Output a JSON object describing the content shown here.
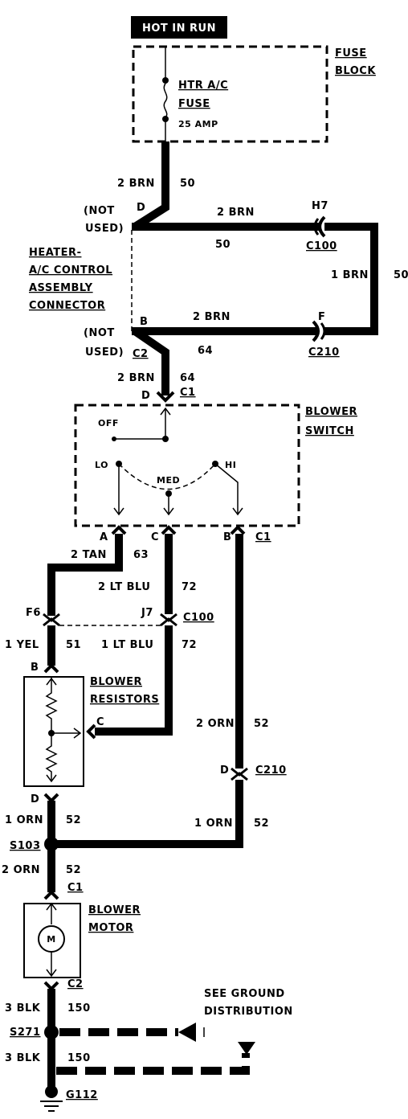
{
  "header": "HOT IN RUN",
  "fuse_block": {
    "label_1": "FUSE",
    "label_2": "BLOCK"
  },
  "fuse": {
    "name_1": "HTR A/C",
    "name_2": "FUSE",
    "rating": "25 AMP"
  },
  "wire_top": {
    "gauge": "2 BRN",
    "circuit": "50"
  },
  "not_used_d": {
    "line_1": "(NOT",
    "line_2": "USED)"
  },
  "not_used_b": {
    "line_1": "(NOT",
    "line_2": "USED)"
  },
  "heater_connector": {
    "line_1": "HEATER-",
    "line_2": "A/C CONTROL",
    "line_3": "ASSEMBLY",
    "line_4": "CONNECTOR"
  },
  "pin_d_top": "D",
  "pin_b_top": "B",
  "wire_h7": {
    "gauge": "2 BRN",
    "circuit": "50",
    "pin": "H7",
    "connector": "C100"
  },
  "wire_right": {
    "gauge": "1 BRN",
    "circuit": "50"
  },
  "wire_f": {
    "gauge": "2 BRN",
    "circuit": "64",
    "pin": "F",
    "connector": "C210"
  },
  "c2_top": "C2",
  "wire_switch_feed": {
    "gauge": "2 BRN",
    "circuit": "64",
    "pin": "D",
    "connector": "C1"
  },
  "blower_switch": {
    "label_1": "BLOWER",
    "label_2": "SWITCH",
    "off": "OFF",
    "lo": "LO",
    "med": "MED",
    "hi": "HI"
  },
  "switch_pins": {
    "a": "A",
    "c": "C",
    "b": "B",
    "connector": "C1"
  },
  "wire_tan": {
    "gauge": "2 TAN",
    "circuit": "63"
  },
  "wire_ltblu_2": {
    "gauge": "2 LT BLU",
    "circuit": "72"
  },
  "c100_mid": {
    "pin_left": "F6",
    "pin_mid": "J7",
    "connector": "C100"
  },
  "wire_yel": {
    "gauge": "1 YEL",
    "circuit": "51"
  },
  "wire_ltblu_1": {
    "gauge": "1 LT BLU",
    "circuit": "72"
  },
  "blower_resistors": {
    "label_1": "BLOWER",
    "label_2": "RESISTORS",
    "pin_b": "B",
    "pin_c": "C",
    "pin_d": "D"
  },
  "wire_orn_2_right": {
    "gauge": "2 ORN",
    "circuit": "52"
  },
  "c210_lower": {
    "pin": "D",
    "connector": "C210"
  },
  "wire_orn_1_left": {
    "gauge": "1 ORN",
    "circuit": "52"
  },
  "wire_orn_1_right": {
    "gauge": "1 ORN",
    "circuit": "52"
  },
  "splice_s103": "S103",
  "wire_orn_2_motor": {
    "gauge": "2 ORN",
    "circuit": "52"
  },
  "blower_motor": {
    "label_1": "BLOWER",
    "label_2": "MOTOR",
    "symbol": "M",
    "top_conn": "C1",
    "bot_conn": "C2"
  },
  "wire_blk_1": {
    "gauge": "3 BLK",
    "circuit": "150"
  },
  "ground_ref": {
    "line_1": "SEE GROUND",
    "line_2": "DISTRIBUTION"
  },
  "splice_s271": "S271",
  "wire_blk_2": {
    "gauge": "3 BLK",
    "circuit": "150"
  },
  "ground_g112": "G112"
}
